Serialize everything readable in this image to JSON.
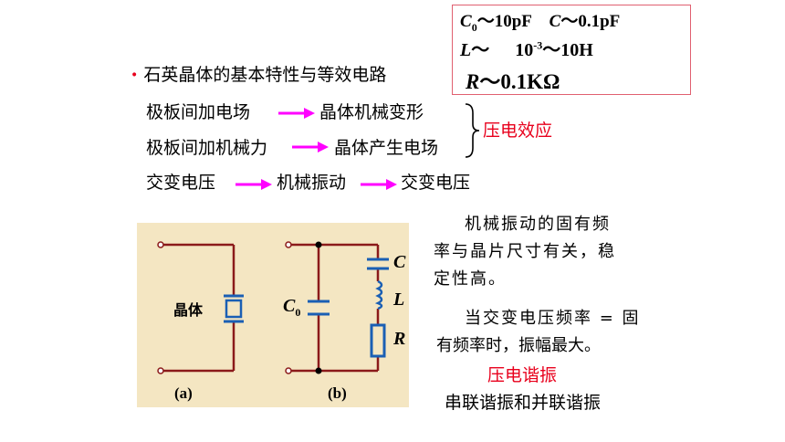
{
  "params": {
    "line1_c0_sym": "C",
    "line1_c0_sub": "0",
    "line1_c0_val": "～10pF",
    "line1_c_sym": "C",
    "line1_c_val": "～0.1pF",
    "line2_l_sym": "L",
    "line2_l_sep": "～",
    "line2_l_val_a": "10",
    "line2_l_val_exp": "-3",
    "line2_l_val_b": "～10H",
    "line3_r_sym": "R",
    "line3_r_val": "～0.1KΩ"
  },
  "heading": {
    "bullet": "•",
    "text": "石英晶体的基本特性与等效电路"
  },
  "effects": {
    "row1_left": "极板间加电场",
    "row1_right": "晶体机械变形",
    "row2_left": "极板间加机械力",
    "row2_right": "晶体产生电场",
    "brace": "}",
    "label": "压电效应"
  },
  "chain": {
    "a": "交变电压",
    "b": "机械振动",
    "c": "交变电压"
  },
  "circuit": {
    "crystal_label": "晶体",
    "c0_sym": "C",
    "c0_sub": "0",
    "c_label": "C",
    "l_label": "L",
    "r_label": "R",
    "caption_a": "(a)",
    "caption_b": "(b)"
  },
  "notes": {
    "p1_line1": "机械振动的固有频",
    "p1_line2": "率与晶片尺寸有关，稳",
    "p1_line3": "定性高。",
    "p2_line1": "当交变电压频率 = 固",
    "p2_line2": "有频率时，振幅最大。",
    "resonance_title": "压电谐振",
    "resonance_types": "串联谐振和并联谐振"
  },
  "colors": {
    "accent_red": "#e8001c",
    "arrow_magenta": "#ff00ff",
    "wire_brown": "#8b1a1a",
    "component_blue": "#1a5fb4",
    "circuit_bg": "#f4e6c2"
  }
}
